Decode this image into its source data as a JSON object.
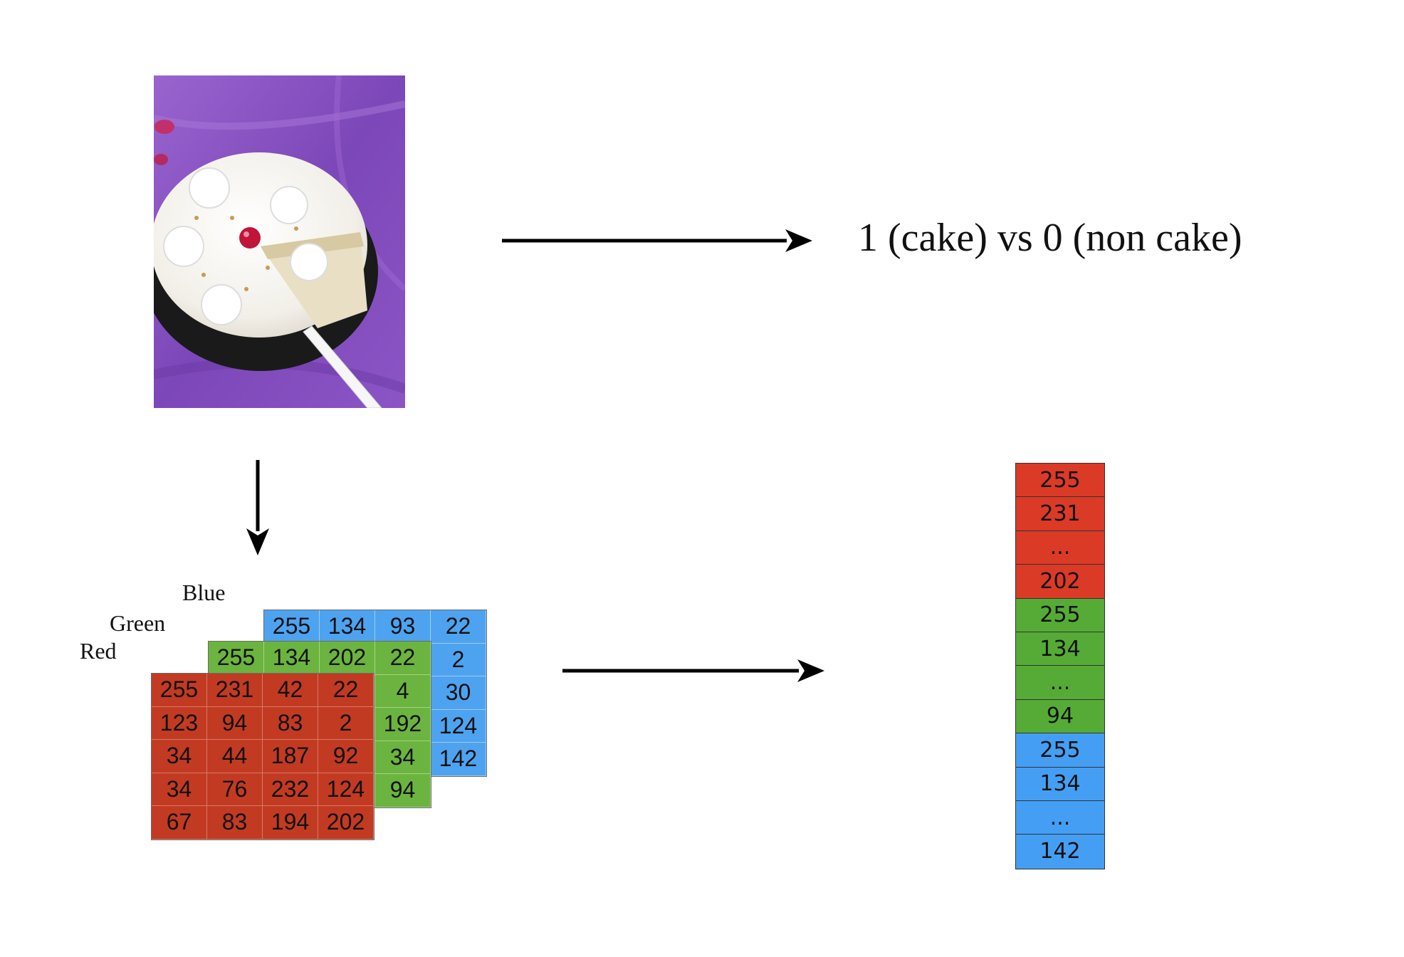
{
  "output": {
    "text": "1 (cake) vs 0 (non cake)"
  },
  "channels": {
    "blue_label": "Blue",
    "green_label": "Green",
    "red_label": "Red"
  },
  "matrices": {
    "blue": [
      [
        "255",
        "134",
        "93",
        "22"
      ],
      [
        "",
        "",
        "",
        "2"
      ],
      [
        "",
        "",
        "",
        "30"
      ],
      [
        "",
        "",
        "",
        "124"
      ],
      [
        "",
        "",
        "",
        "142"
      ]
    ],
    "green": [
      [
        "255",
        "134",
        "202",
        "22"
      ],
      [
        "",
        "",
        "",
        "4"
      ],
      [
        "",
        "",
        "",
        "192"
      ],
      [
        "",
        "",
        "",
        "34"
      ],
      [
        "",
        "",
        "",
        "94"
      ]
    ],
    "red": [
      [
        "255",
        "231",
        "42",
        "22"
      ],
      [
        "123",
        "94",
        "83",
        "2"
      ],
      [
        "34",
        "44",
        "187",
        "92"
      ],
      [
        "34",
        "76",
        "232",
        "124"
      ],
      [
        "67",
        "83",
        "194",
        "202"
      ]
    ]
  },
  "vector": [
    {
      "value": "255",
      "channel": "red"
    },
    {
      "value": "231",
      "channel": "red"
    },
    {
      "value": "...",
      "channel": "red"
    },
    {
      "value": "202",
      "channel": "red"
    },
    {
      "value": "255",
      "channel": "green"
    },
    {
      "value": "134",
      "channel": "green"
    },
    {
      "value": "...",
      "channel": "green"
    },
    {
      "value": "94",
      "channel": "green"
    },
    {
      "value": "255",
      "channel": "blue"
    },
    {
      "value": "134",
      "channel": "blue"
    },
    {
      "value": "...",
      "channel": "blue"
    },
    {
      "value": "142",
      "channel": "blue"
    }
  ],
  "colors": {
    "red": "#db3a26",
    "green": "#55ab35",
    "blue": "#449ff4",
    "matrix_red": "#c23a22",
    "matrix_green": "#6bb43f",
    "matrix_blue": "#4da3f0"
  }
}
